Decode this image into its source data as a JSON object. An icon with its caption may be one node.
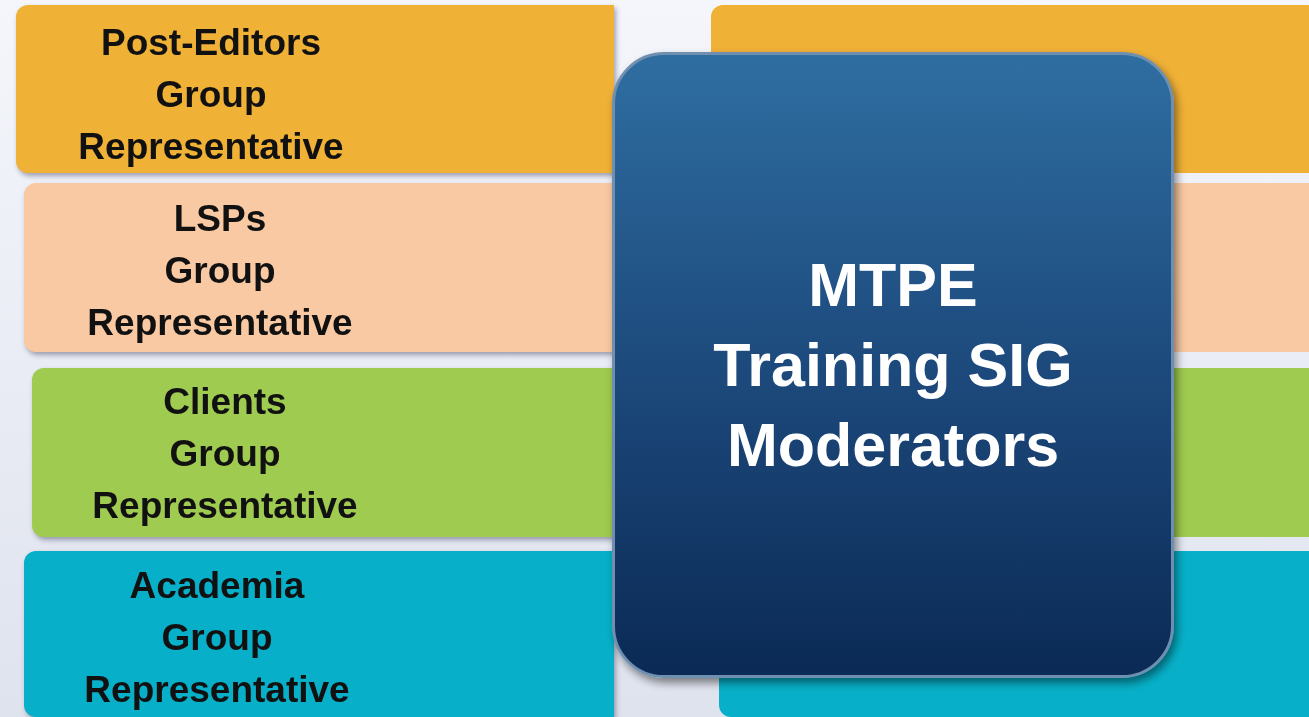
{
  "diagram": {
    "nodes": [
      {
        "text": [
          "Post-Editors Group Representative"
        ]
      },
      {
        "text": [
          "LSPs Group Representative"
        ]
      },
      {
        "text": [
          "Clients Group Representative"
        ]
      },
      {
        "text": [
          "Academia Group Representative"
        ]
      },
      {
        "text": [
          "MTPE Training SIG Moderators"
        ]
      }
    ]
  }
}
